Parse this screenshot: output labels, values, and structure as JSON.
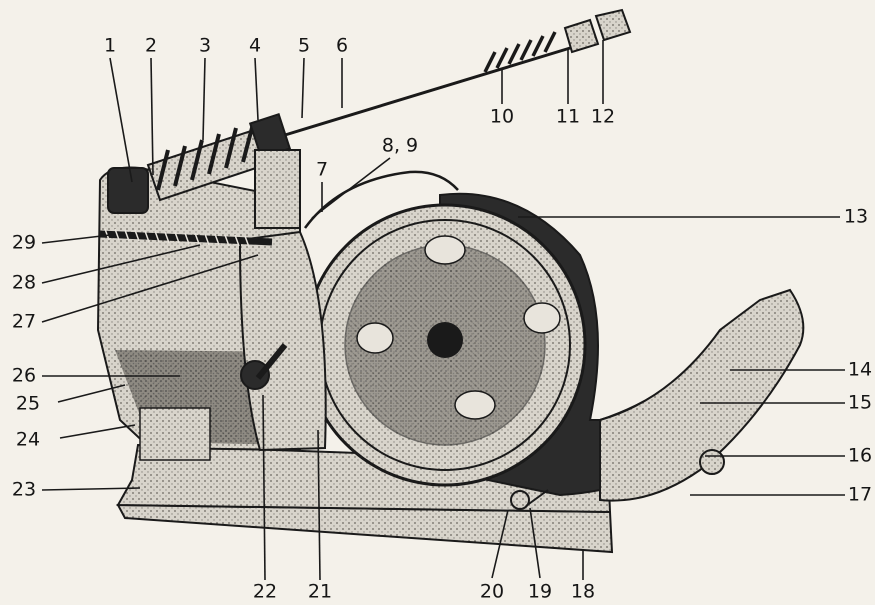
{
  "palette": {
    "paper": "#f4f1ea",
    "ink": "#1a1a1a",
    "shade": "#3a3a3a",
    "mid": "#8a8780"
  },
  "labels": {
    "l1": "1",
    "l2": "2",
    "l3": "3",
    "l4": "4",
    "l5": "5",
    "l6": "6",
    "l7": "7",
    "l8_9": "8, 9",
    "l10": "10",
    "l11": "11",
    "l12": "12",
    "l13": "13",
    "l14": "14",
    "l15": "15",
    "l16": "16",
    "l17": "17",
    "l18": "18",
    "l19": "19",
    "l20": "20",
    "l21": "21",
    "l22": "22",
    "l23": "23",
    "l24": "24",
    "l25": "25",
    "l26": "26",
    "l27": "27",
    "l28": "28",
    "l29": "29"
  }
}
